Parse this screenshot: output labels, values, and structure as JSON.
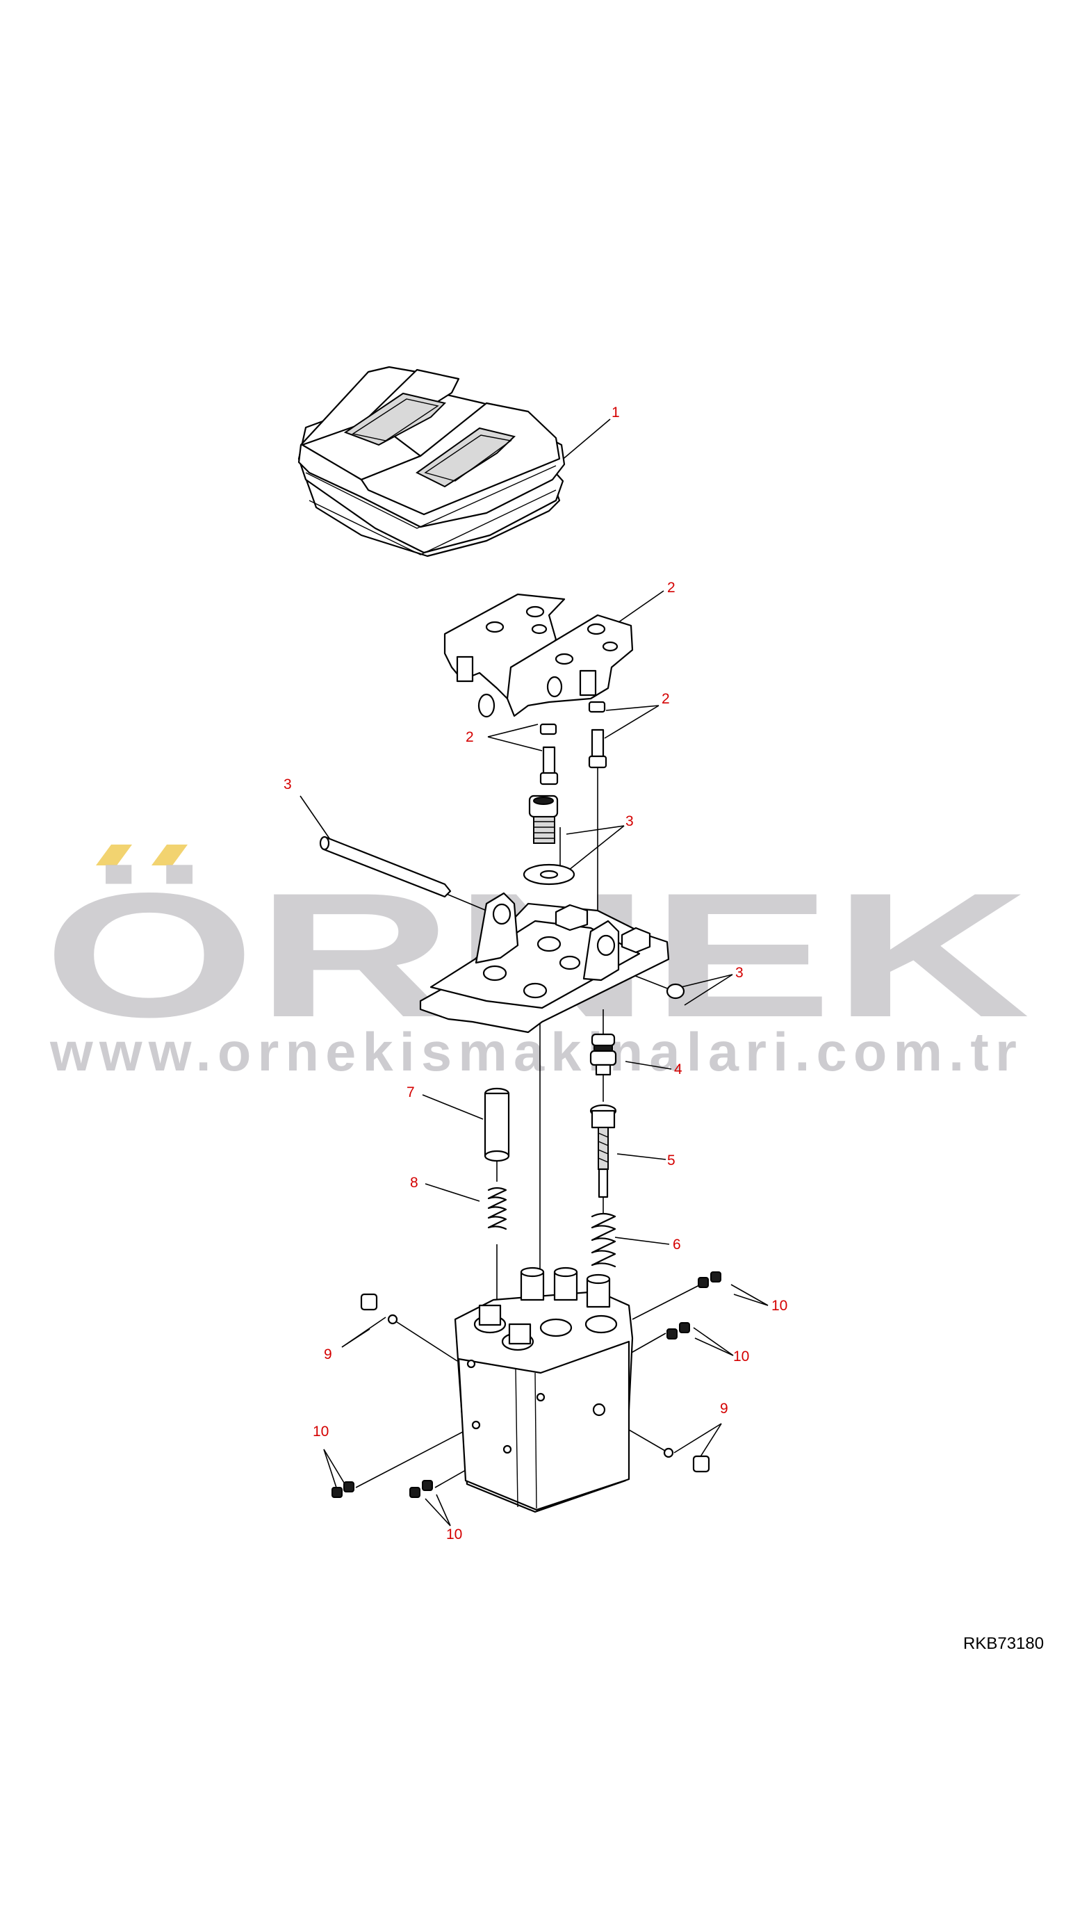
{
  "watermark": {
    "brand": "ÖRNEK",
    "url": "www.ornekismakinalari.com.tr",
    "colors": {
      "text": "#c8c7cb",
      "accent": "#f2d370"
    }
  },
  "reference_code": "RKB73180",
  "callout_color": "#d40000",
  "callouts": [
    "1",
    "2",
    "2",
    "2",
    "3",
    "3",
    "3",
    "4",
    "5",
    "6",
    "7",
    "8",
    "9",
    "9",
    "10",
    "10",
    "10",
    "10"
  ]
}
